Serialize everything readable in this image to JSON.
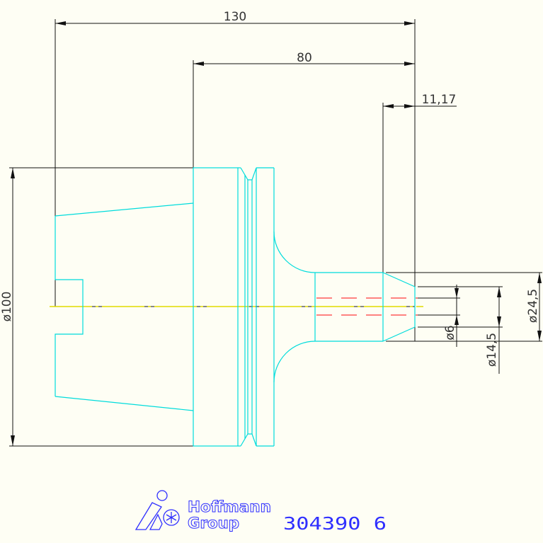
{
  "drawing": {
    "dimensions": {
      "overall_length": "130",
      "length_80": "80",
      "length_11_17": "11,17",
      "diameter_100": "ø100",
      "diameter_24_5": "ø24,5",
      "diameter_14_5": "ø14,5",
      "diameter_6": "ø6"
    },
    "colors": {
      "background": "#fefef4",
      "part_outline": "#00dcdc",
      "dimension_lines": "#111111",
      "center_line": "#e0dc00",
      "hidden_lines": "#ff3a3a",
      "logo": "#2f2fff"
    }
  },
  "title_block": {
    "logo": {
      "icon": "hoffmann-group-logo-icon",
      "line1": "Hoffmann",
      "line2": "Group"
    },
    "part_number": "304390 6"
  }
}
